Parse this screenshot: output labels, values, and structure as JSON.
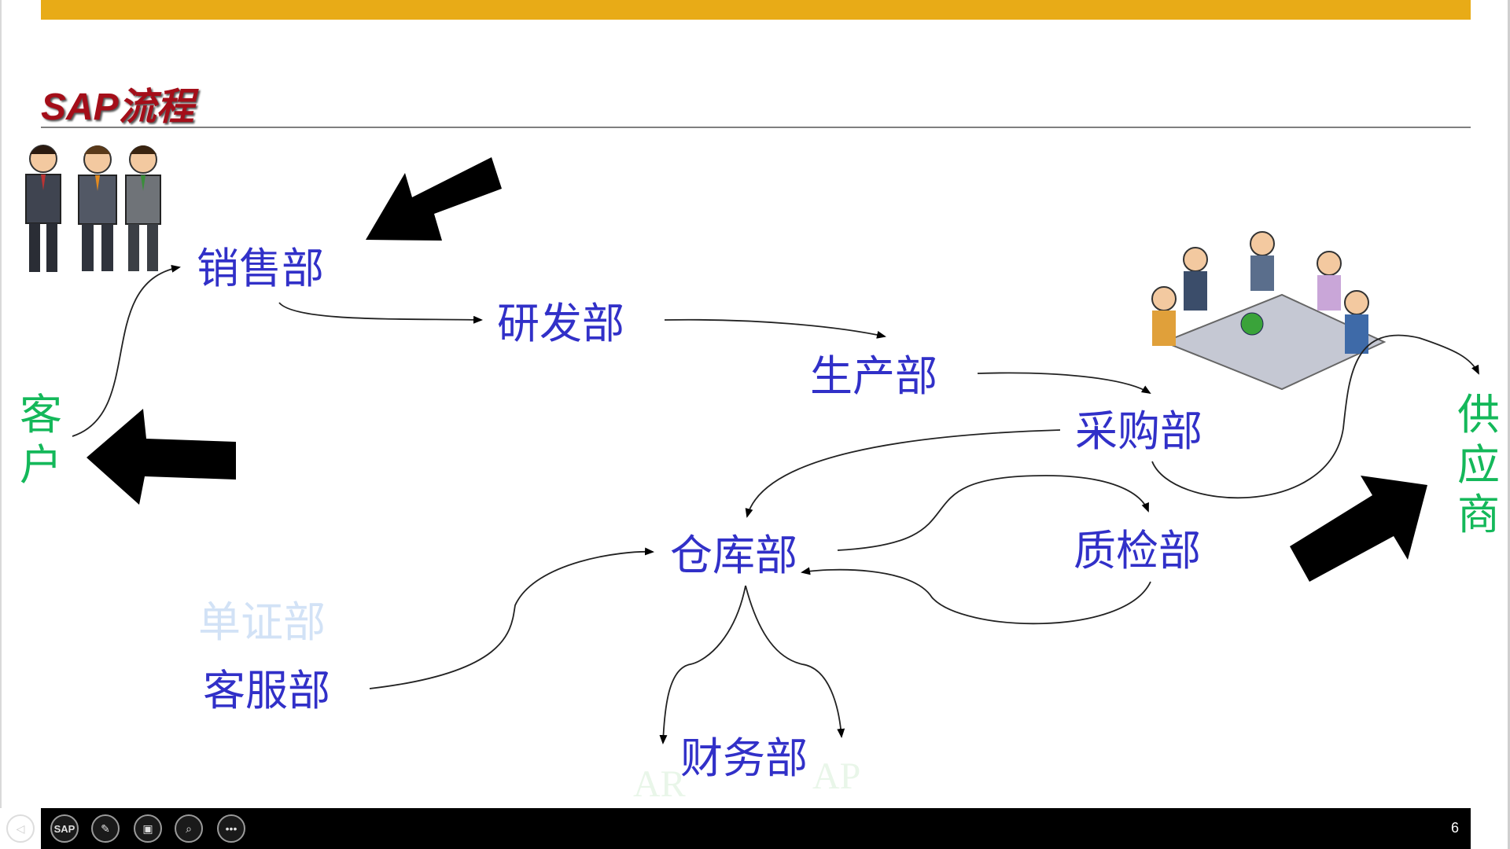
{
  "slide": {
    "title": "SAP流程",
    "page_number": "6"
  },
  "departments": {
    "sales": "销售部",
    "rnd": "研发部",
    "production": "生产部",
    "purchasing": "采购部",
    "warehouse": "仓库部",
    "quality": "质检部",
    "documents": "单证部",
    "service": "客服部",
    "finance": "财务部"
  },
  "parties": {
    "customer": "客户",
    "supplier": "供应商"
  },
  "finance_labels": {
    "ar": "AR",
    "ap": "AP"
  },
  "toolbar": {
    "sap_label": "SAP"
  },
  "colors": {
    "accent_bar": "#e8ab17",
    "title": "#a40e19",
    "department": "#3130c8",
    "party": "#14b85a"
  }
}
